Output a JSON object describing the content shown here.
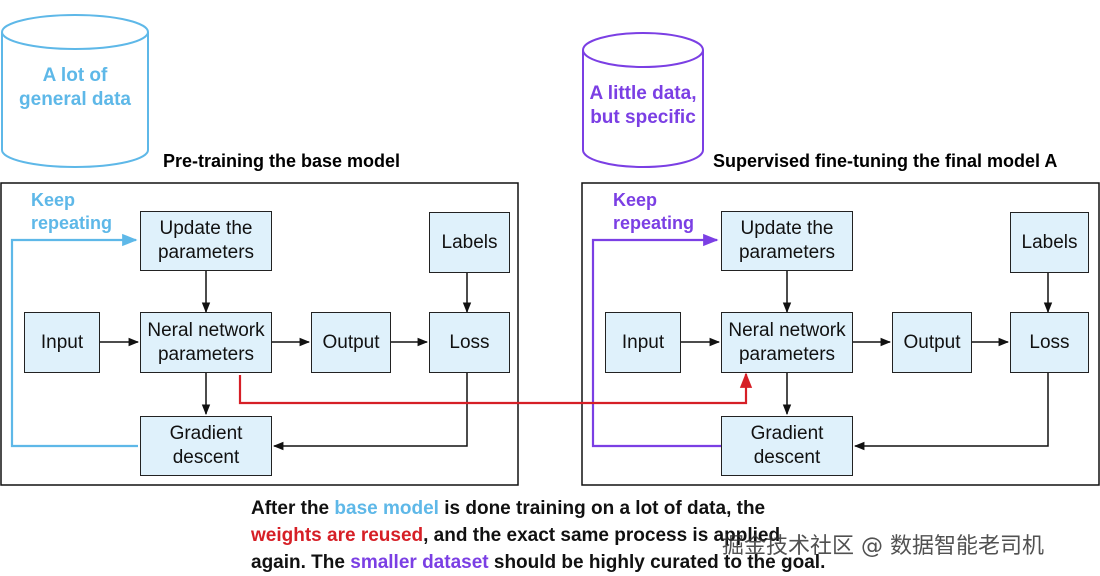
{
  "colors": {
    "blue_accent": "#5eb8e8",
    "purple_accent": "#7b3fe4",
    "red_accent": "#d61f26",
    "box_fill": "#dff1fb"
  },
  "left": {
    "title": "Pre-training the base model",
    "database": "A lot of\ngeneral data",
    "repeat": "Keep\nrepeating",
    "boxes": {
      "update": "Update the\nparameters",
      "labels": "Labels",
      "input": "Input",
      "network": "Neral network\nparameters",
      "output": "Output",
      "loss": "Loss",
      "gradient": "Gradient\ndescent"
    }
  },
  "right": {
    "title": "Supervised fine-tuning the final model A",
    "database": "A little data,\nbut specific",
    "repeat": "Keep\nrepeating",
    "boxes": {
      "update": "Update the\nparameters",
      "labels": "Labels",
      "input": "Input",
      "network": "Neral network\nparameters",
      "output": "Output",
      "loss": "Loss",
      "gradient": "Gradient\ndescent"
    }
  },
  "caption": {
    "p1": "After the ",
    "p2": "base model",
    "p3": " is done training on a lot of data, the",
    "p4": "weights are reused",
    "p5": ", and the exact same process is applied",
    "p6": "again. The ",
    "p7": "smaller dataset",
    "p8": " should be highly curated to the goal."
  },
  "watermark": "掘金技术社区 @ 数据智能老司机"
}
